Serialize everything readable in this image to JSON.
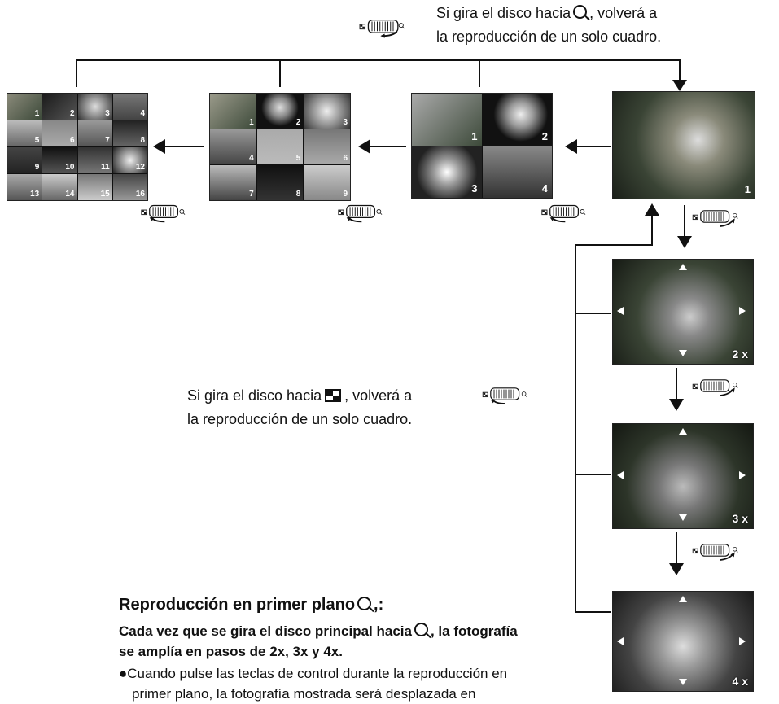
{
  "top_note": {
    "line1": "Si gira el disco hacia",
    "line1_end": ", volverá a",
    "line2": "la reproducción de un solo cuadro."
  },
  "mid_note": {
    "line1": "Si gira el disco hacia",
    "line1_end": ", volverá a",
    "line2": "la reproducción de un solo cuadro."
  },
  "single_frame_number": "1",
  "four_grid_numbers": [
    "1",
    "2",
    "3",
    "4"
  ],
  "nine_grid_numbers": [
    "1",
    "2",
    "3",
    "4",
    "5",
    "6",
    "7",
    "8",
    "9"
  ],
  "sixteen_grid_numbers": [
    "1",
    "2",
    "3",
    "4",
    "5",
    "6",
    "7",
    "8",
    "9",
    "10",
    "11",
    "12",
    "13",
    "14",
    "15",
    "16"
  ],
  "zoom_levels": [
    "2 x",
    "3 x",
    "4 x"
  ],
  "section": {
    "title": "Reproducción en primer plano",
    "title_end": ",:",
    "sub_line1": "Cada vez que se gira el disco principal hacia",
    "sub_line1_end": ", la fotografía",
    "sub_line2": "se amplía en pasos de 2x, 3x y 4x.",
    "bullet_line1": "Cuando pulse las teclas de control durante la reproducción en",
    "bullet_line2": "primer plano, la fotografía mostrada será desplazada en"
  },
  "icons": {
    "magnify": "magnify-icon",
    "index": "index-icon",
    "dial": "command-dial-icon"
  }
}
